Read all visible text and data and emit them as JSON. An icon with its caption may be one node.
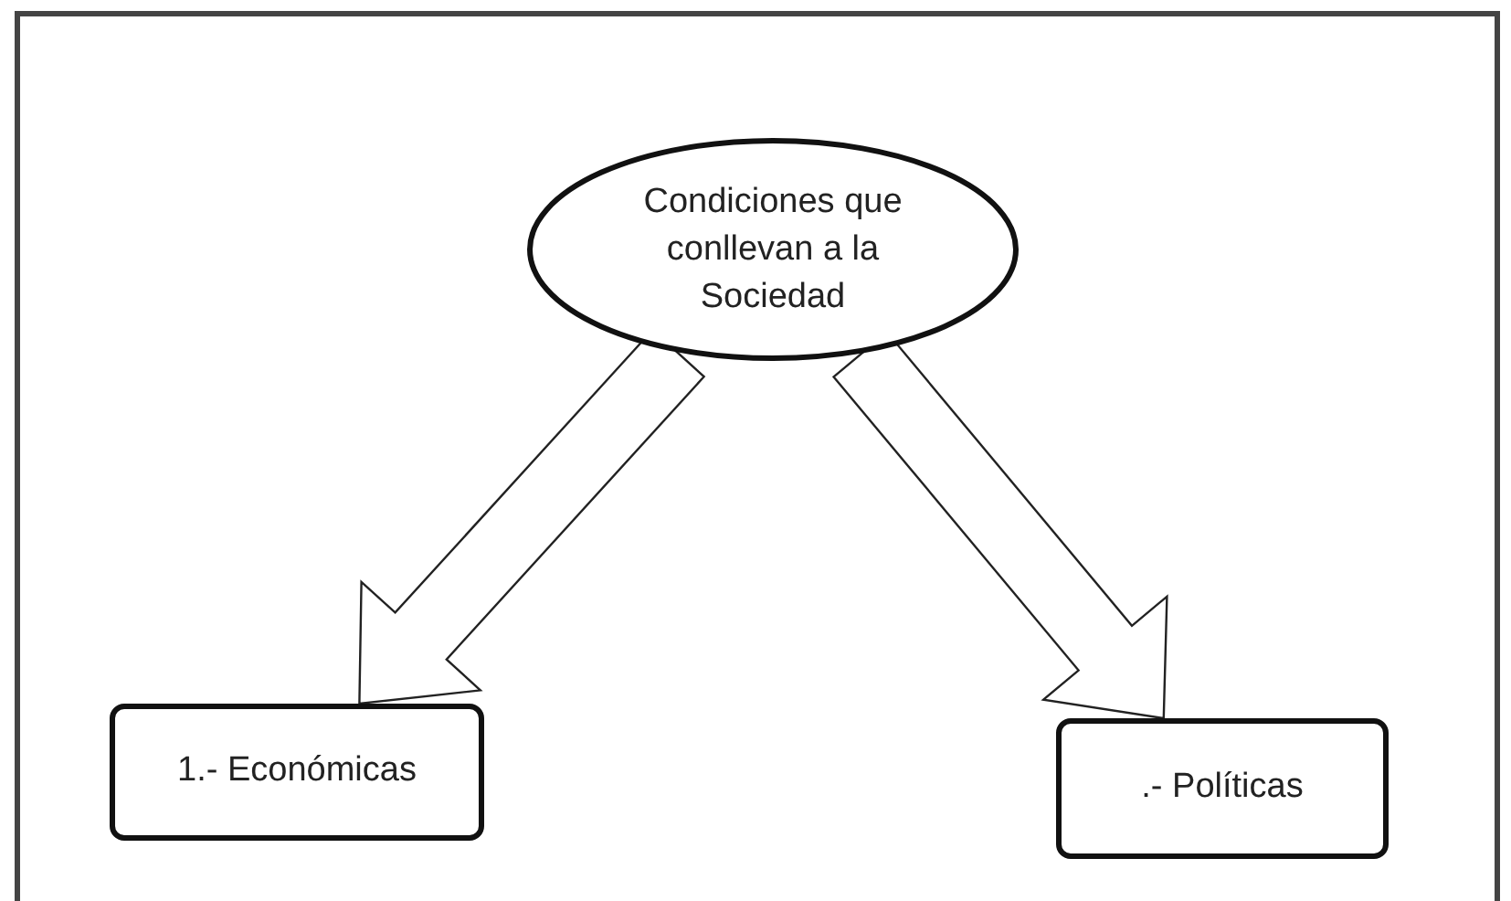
{
  "diagram": {
    "nodes": [
      {
        "text": [
          "Condiciones que conllevan a la Sociedad"
        ]
      },
      {
        "text": [
          "1.- Económicas"
        ]
      },
      {
        "text": [
          ".- Políticas"
        ]
      }
    ],
    "edges": [
      {
        "from": 0,
        "to": 1,
        "arrow": "to"
      },
      {
        "from": 0,
        "to": 2,
        "arrow": "to"
      }
    ]
  }
}
